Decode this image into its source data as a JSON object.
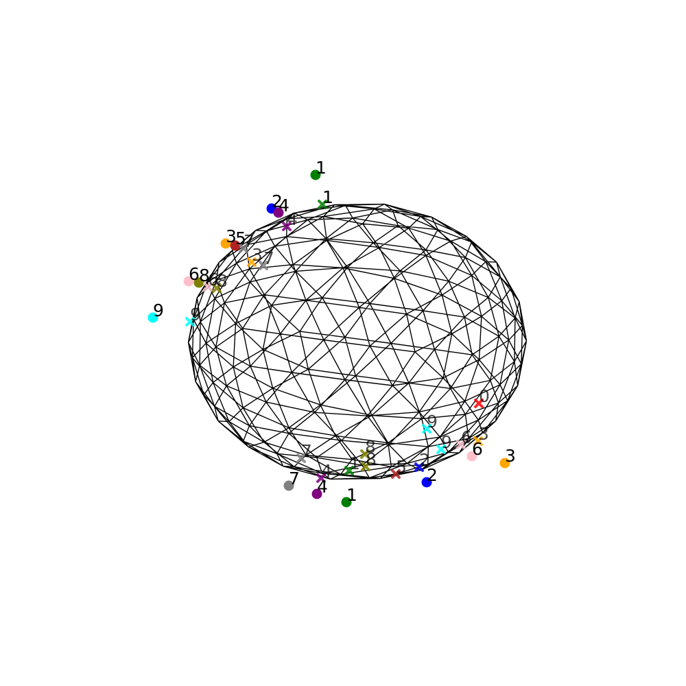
{
  "colors": {
    "mesh": "#000000",
    "background": "#ffffff",
    "label": "#000000"
  },
  "label_colors": {
    "1": "#008000",
    "2": "#0000ff",
    "3": "#ffa500",
    "4": "#800080",
    "5": "#b22222",
    "6": "#ffc0cb",
    "7": "#808080",
    "8": "#808000",
    "9": "#00ffff",
    "0": "#ff0000"
  },
  "markers": {
    "outer": "filled-circle",
    "inner": "x-cross"
  },
  "point_labels": [
    "1",
    "2",
    "4",
    "1",
    "3",
    "5",
    "7",
    "4",
    "3",
    "7",
    "6",
    "8",
    "6",
    "8",
    "9",
    "9",
    "0",
    "9",
    "6",
    "3",
    "9",
    "6",
    "3",
    "2",
    "2",
    "5",
    "8",
    "8",
    "4",
    "1",
    "7",
    "4",
    "1",
    "7"
  ]
}
